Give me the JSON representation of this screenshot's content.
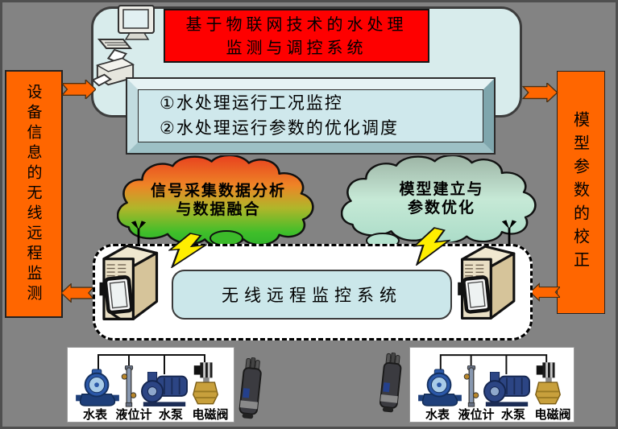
{
  "diagram": {
    "banner": {
      "line1": "基于物联网技术的水处理",
      "line2": "监测与调控系统"
    },
    "monitor_box": {
      "line1": "①水处理运行工况监控",
      "line2": "②水处理运行参数的优化调度"
    },
    "left_bar_label": "设备信息的无线远程监测",
    "right_bar_label": "模型参数的校正",
    "left_cloud": {
      "line1": "信号采集数据分析",
      "line2": "与数据融合"
    },
    "right_cloud": {
      "line1": "模型建立与",
      "line2": "参数优化"
    },
    "wireless_box_label": "无线远程监控系统",
    "equipment_labels": [
      "水表",
      "液位计",
      "水泵",
      "电磁阀"
    ],
    "icons": {
      "computer-icon": "desktop computer clipart",
      "printer-icon": "printer clipart",
      "rtu-cabinet-icon": "telemetry cabinet with antenna",
      "antenna-icon": "wireless antenna",
      "lightning-icon": "wireless signal lightning bolt",
      "water-meter-icon": "water meter",
      "level-gauge-icon": "liquid level gauge",
      "pump-icon": "water pump",
      "solenoid-valve-icon": "solenoid valve",
      "sensor-icon": "submersible sensor probe"
    },
    "colors": {
      "accent_orange": "#FF6600",
      "banner_red": "#FE0000",
      "container_cyan": "#D8ECEC",
      "wireless_cyan": "#CBE7EA",
      "background_gray": "#838383",
      "cloud_left_top": "#E8401F",
      "cloud_left_bottom": "#2FB32A",
      "cloud_right": "#BFE2CD"
    }
  }
}
